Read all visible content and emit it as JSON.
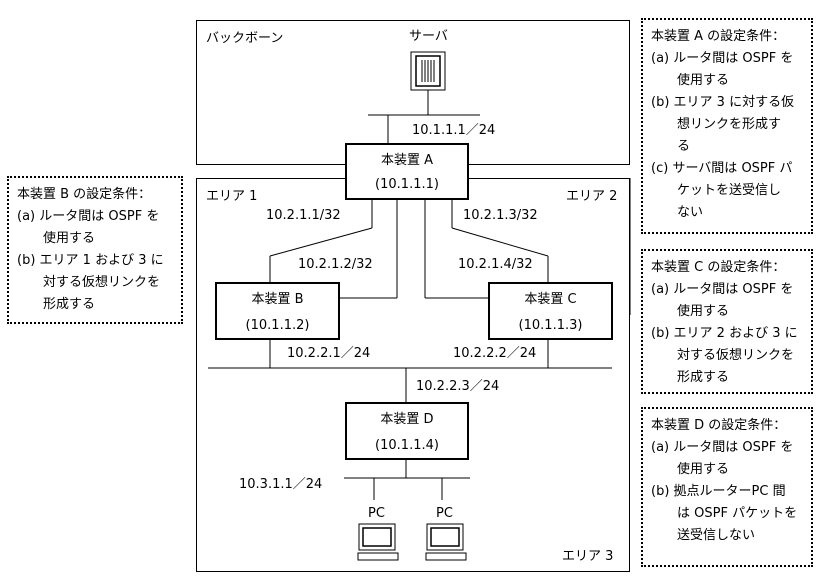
{
  "regions": {
    "backbone": "バックボーン",
    "area1": "エリア 1",
    "area2": "エリア 2",
    "area3": "エリア 3"
  },
  "server": {
    "label": "サーバ"
  },
  "devices": {
    "a": {
      "name": "本装置 A",
      "id": "(10.1.1.1)"
    },
    "b": {
      "name": "本装置 B",
      "id": "(10.1.1.2)"
    },
    "c": {
      "name": "本装置 C",
      "id": "(10.1.1.3)"
    },
    "d": {
      "name": "本装置 D",
      "id": "(10.1.1.4)"
    }
  },
  "addresses": {
    "a_backbone": "10.1.1.1／24",
    "a_to_b": "10.2.1.1/32",
    "b_to_a": "10.2.1.2/32",
    "a_to_c": "10.2.1.3/32",
    "c_to_a": "10.2.1.4/32",
    "b_lan": "10.2.2.1／24",
    "c_lan": "10.2.2.2／24",
    "d_up": "10.2.2.3／24",
    "d_lan": "10.3.1.1／24"
  },
  "pcs": [
    {
      "label": "PC"
    },
    {
      "label": "PC"
    }
  ],
  "notes": {
    "a": {
      "title": "本装置 A の設定条件：",
      "lines": [
        {
          "k": "(a)",
          "t": "ルータ間は OSPF を"
        },
        {
          "k": "",
          "t": "使用する"
        },
        {
          "k": "(b)",
          "t": "エリア 3 に対する仮"
        },
        {
          "k": "",
          "t": "想リンクを形成す"
        },
        {
          "k": "",
          "t": "る"
        },
        {
          "k": "(c)",
          "t": "サーバ間は OSPF パ"
        },
        {
          "k": "",
          "t": "ケットを送受信し"
        },
        {
          "k": "",
          "t": "ない"
        }
      ]
    },
    "b": {
      "title": "本装置 B の設定条件：",
      "lines": [
        {
          "k": "(a)",
          "t": "ルータ間は OSPF を"
        },
        {
          "k": "",
          "t": "使用する"
        },
        {
          "k": "(b)",
          "t": "エリア 1 および 3 に"
        },
        {
          "k": "",
          "t": "対する仮想リンクを"
        },
        {
          "k": "",
          "t": "形成する"
        }
      ]
    },
    "c": {
      "title": "本装置 C の設定条件：",
      "lines": [
        {
          "k": "(a)",
          "t": "ルータ間は OSPF を"
        },
        {
          "k": "",
          "t": "使用する"
        },
        {
          "k": "(b)",
          "t": "エリア 2 および 3 に"
        },
        {
          "k": "",
          "t": "対する仮想リンクを"
        },
        {
          "k": "",
          "t": "形成する"
        }
      ]
    },
    "d": {
      "title": "本装置 D の設定条件：",
      "lines": [
        {
          "k": "(a)",
          "t": "ルータ間は OSPF を"
        },
        {
          "k": "",
          "t": "使用する"
        },
        {
          "k": "(b)",
          "t": "拠点ルーターPC 間"
        },
        {
          "k": "",
          "t": "は OSPF パケットを"
        },
        {
          "k": "",
          "t": "送受信しない"
        }
      ]
    }
  }
}
